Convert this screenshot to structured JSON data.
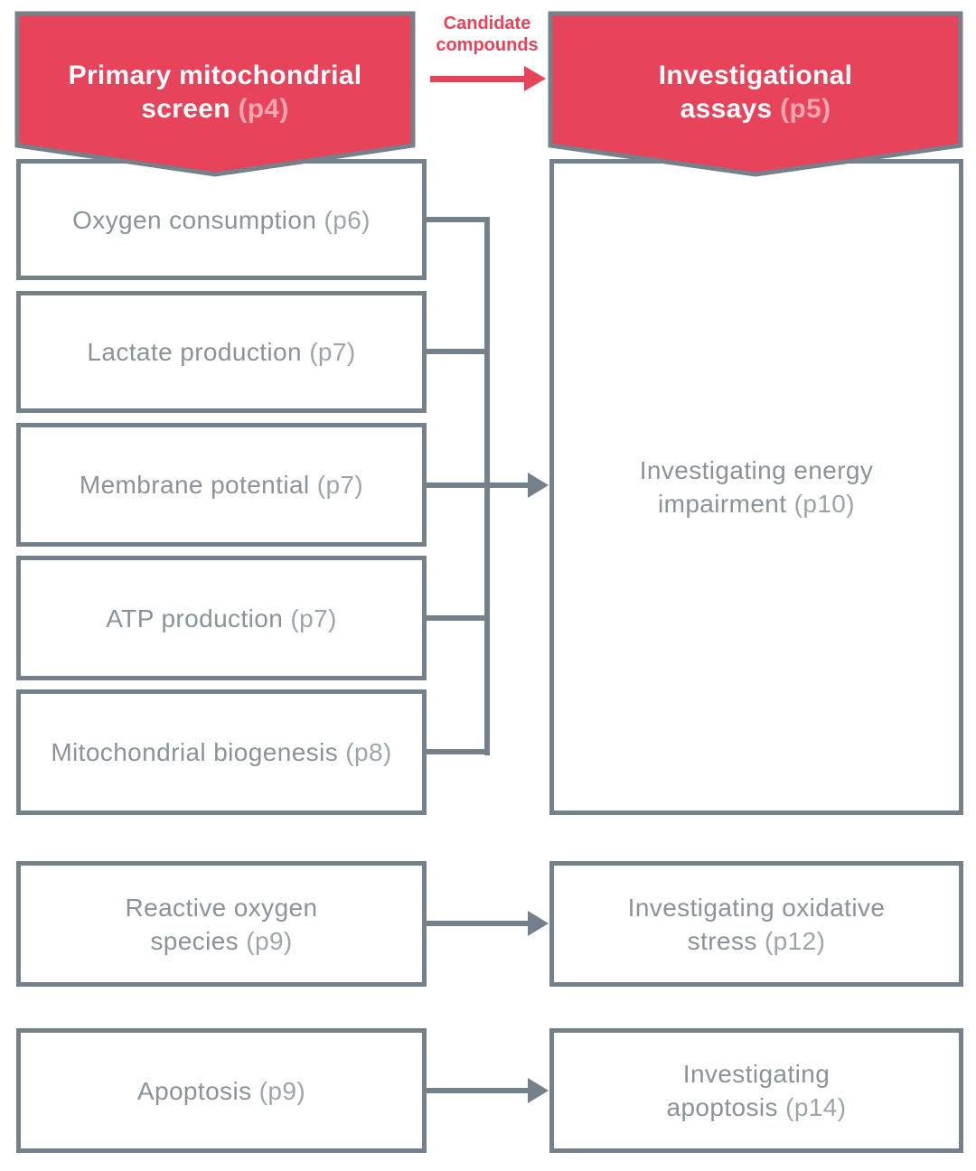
{
  "palette": {
    "red": "#E7435A",
    "pink": "#F4A6B0",
    "line": "#75818A",
    "text": "#8A929A",
    "page_text": "#9DA5AB"
  },
  "header": {
    "left_banner": {
      "title": "Primary mitochondrial screen",
      "page": "(p4)"
    },
    "right_banner": {
      "title": "Investigational assays",
      "page": "(p5)"
    },
    "flow_label": "Candidate compounds"
  },
  "primary_screen": {
    "items": [
      {
        "label": "Oxygen consumption",
        "page": "(p6)"
      },
      {
        "label": "Lactate production",
        "page": "(p7)"
      },
      {
        "label": "Membrane potential",
        "page": "(p7)"
      },
      {
        "label": "ATP production",
        "page": "(p7)"
      },
      {
        "label": "Mitochondrial biogenesis",
        "page": "(p8)"
      },
      {
        "label": "Reactive oxygen species",
        "page": "(p9)"
      },
      {
        "label": "Apoptosis",
        "page": "(p9)"
      }
    ]
  },
  "investigational_assays": {
    "items": [
      {
        "label": "Investigating energy impairment",
        "page": "(p10)"
      },
      {
        "label": "Investigating oxidative stress",
        "page": "(p12)"
      },
      {
        "label": "Investigating apoptosis",
        "page": "(p14)"
      }
    ]
  }
}
